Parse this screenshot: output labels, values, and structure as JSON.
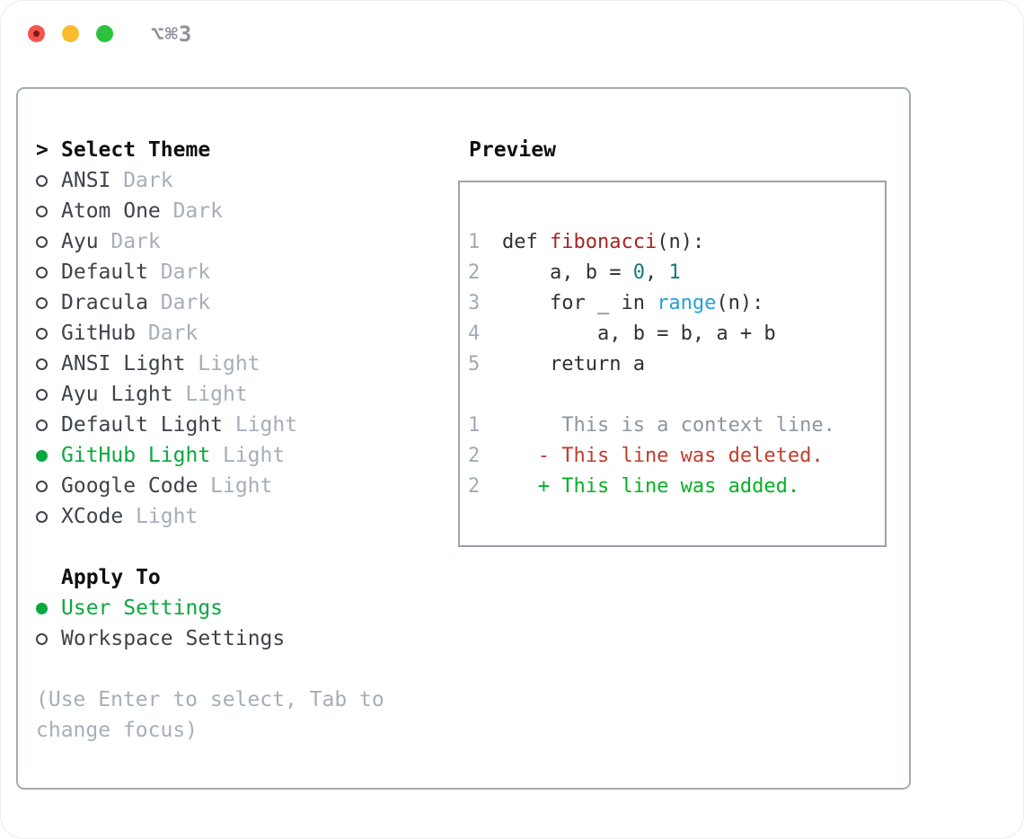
{
  "window": {
    "title": "⌥⌘3"
  },
  "left": {
    "cursor": ">",
    "header": "Select Theme",
    "themes": [
      {
        "name": "ANSI",
        "variant": "Dark",
        "selected": false
      },
      {
        "name": "Atom One",
        "variant": "Dark",
        "selected": false
      },
      {
        "name": "Ayu",
        "variant": "Dark",
        "selected": false
      },
      {
        "name": "Default",
        "variant": "Dark",
        "selected": false
      },
      {
        "name": "Dracula",
        "variant": "Dark",
        "selected": false
      },
      {
        "name": "GitHub",
        "variant": "Dark",
        "selected": false
      },
      {
        "name": "ANSI Light",
        "variant": "Light",
        "selected": false
      },
      {
        "name": "Ayu Light",
        "variant": "Light",
        "selected": false
      },
      {
        "name": "Default Light",
        "variant": "Light",
        "selected": false
      },
      {
        "name": "GitHub Light",
        "variant": "Light",
        "selected": true
      },
      {
        "name": "Google Code",
        "variant": "Light",
        "selected": false
      },
      {
        "name": "XCode",
        "variant": "Light",
        "selected": false
      }
    ],
    "apply_to": {
      "header": "Apply To",
      "options": [
        {
          "name": "User Settings",
          "selected": true
        },
        {
          "name": "Workspace Settings",
          "selected": false
        }
      ]
    },
    "hint_lines": [
      "(Use Enter to select, Tab to",
      "change focus)"
    ]
  },
  "preview": {
    "header": "Preview",
    "lines": [
      {
        "num": "1",
        "tokens": [
          {
            "t": "def ",
            "c": "plain"
          },
          {
            "t": "fibonacci",
            "c": "fn"
          },
          {
            "t": "(n):",
            "c": "plain"
          }
        ]
      },
      {
        "num": "2",
        "tokens": [
          {
            "t": "    a, b = ",
            "c": "plain"
          },
          {
            "t": "0",
            "c": "num"
          },
          {
            "t": ", ",
            "c": "plain"
          },
          {
            "t": "1",
            "c": "num"
          }
        ]
      },
      {
        "num": "3",
        "tokens": [
          {
            "t": "    for _ in ",
            "c": "plain"
          },
          {
            "t": "range",
            "c": "builtin"
          },
          {
            "t": "(n):",
            "c": "plain"
          }
        ]
      },
      {
        "num": "4",
        "tokens": [
          {
            "t": "        a, b = b, a + b",
            "c": "plain"
          }
        ]
      },
      {
        "num": "5",
        "tokens": [
          {
            "t": "    return a",
            "c": "plain"
          }
        ]
      },
      {
        "num": "",
        "tokens": []
      },
      {
        "num": "1",
        "tokens": [
          {
            "t": "     This is a context line.",
            "c": "ctx"
          }
        ]
      },
      {
        "num": "2",
        "tokens": [
          {
            "t": "   - This line was deleted.",
            "c": "del"
          }
        ]
      },
      {
        "num": "2",
        "tokens": [
          {
            "t": "   + This line was added.",
            "c": "add"
          }
        ]
      }
    ]
  },
  "colors": {
    "sel": "#0aa83f",
    "muted": "#a6aeb9",
    "text": "#3e434b",
    "heading": "#0d0f12",
    "lnum": "#a0a9b5",
    "code": "#2d3138",
    "fn": "#a82323",
    "num": "#147a7a",
    "builtin": "#259fd6",
    "ctx": "#8d959f",
    "del": "#c23b2b",
    "add": "#06b025",
    "border": "#a3abb5",
    "title": "#8e929a"
  }
}
